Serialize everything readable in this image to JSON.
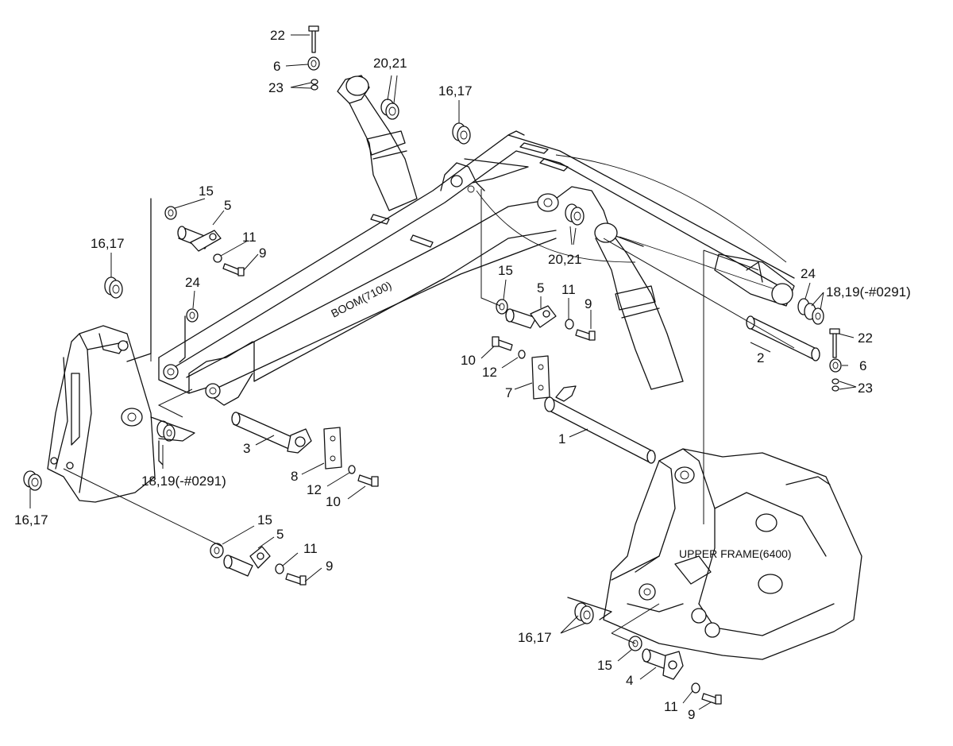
{
  "captions": {
    "boom": "BOOM(7100)",
    "upper_frame": "UPPER FRAME(6400)"
  },
  "callouts": {
    "c22a": "22",
    "c6a": "6",
    "c23a": "23",
    "c2021a": "20,21",
    "c1617top": "16,17",
    "c15a": "15",
    "c5a": "5",
    "c11a": "11",
    "c9a": "9",
    "c1617left": "16,17",
    "c24a": "24",
    "c2021b": "20,21",
    "c15b": "15",
    "c5b": "5",
    "c11b": "11",
    "c9b": "9",
    "c24b": "24",
    "c1819a": "18,19(-#0291)",
    "c22b": "22",
    "c2": "2",
    "c6b": "6",
    "c23b": "23",
    "c10a": "10",
    "c12a": "12",
    "c7": "7",
    "c1": "1",
    "c3": "3",
    "c8": "8",
    "c12b": "12",
    "c10b": "10",
    "c1819b": "18,19(-#0291)",
    "c1617bl": "16,17",
    "c15c": "15",
    "c5c": "5",
    "c11c": "11",
    "c9c": "9",
    "c1617br": "16,17",
    "c15d": "15",
    "c4": "4",
    "c11d": "11",
    "c9d": "9"
  }
}
